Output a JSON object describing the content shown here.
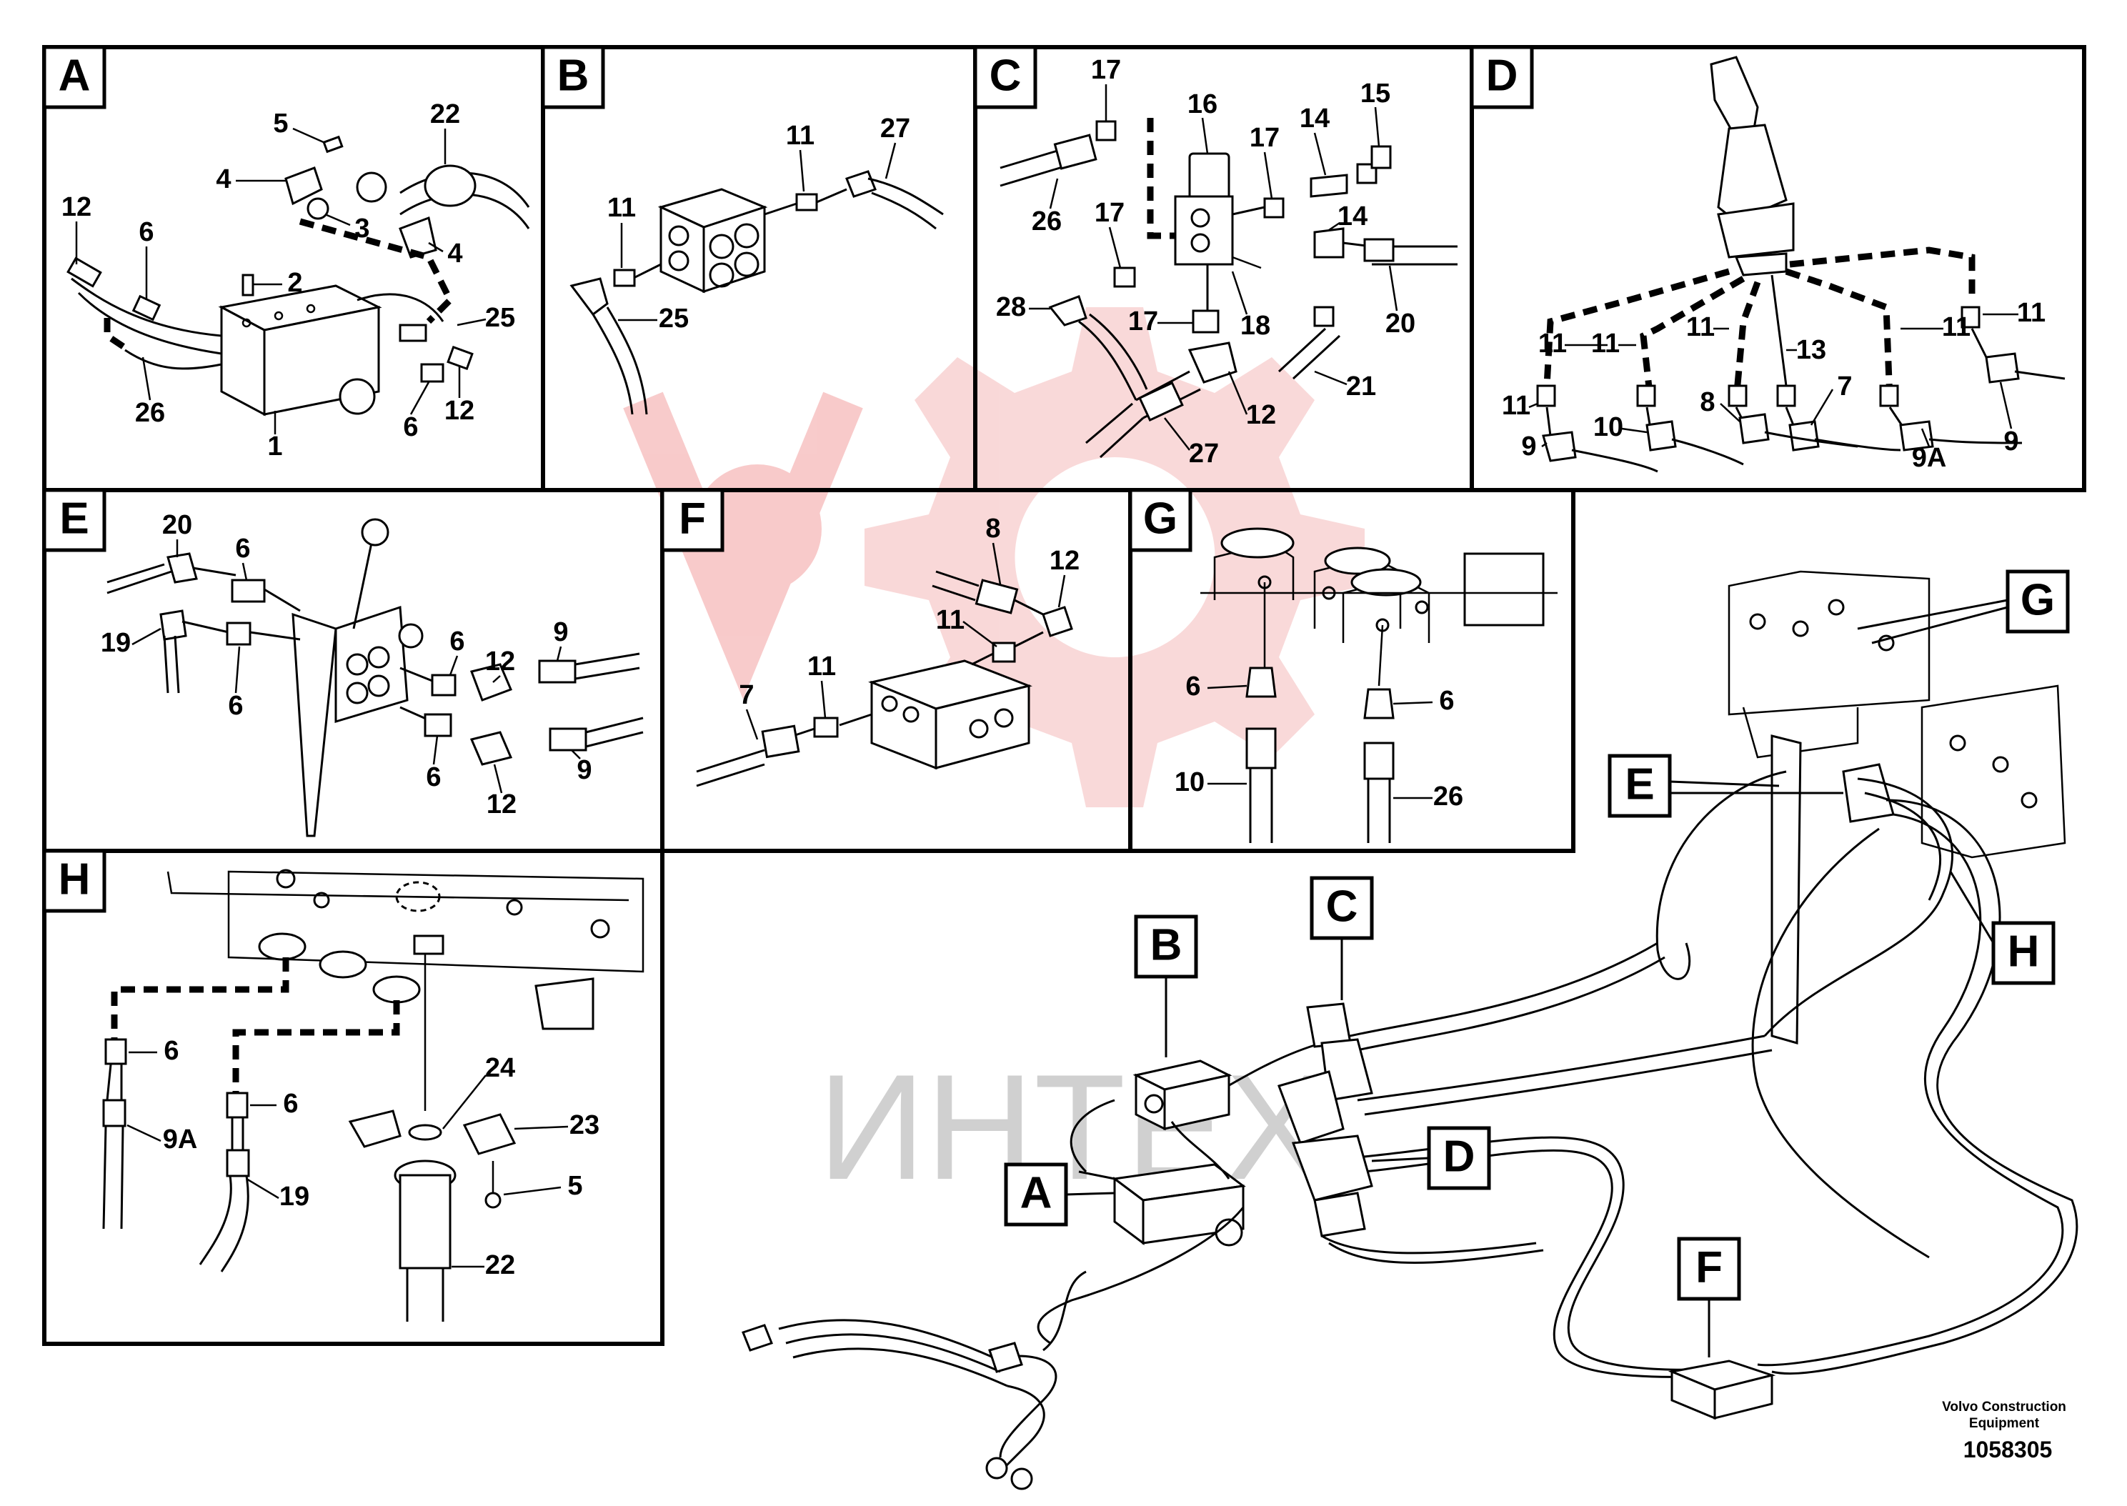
{
  "watermark": {
    "text": "ИНТЕХ",
    "color": "#f2aaaa"
  },
  "panels": {
    "A": {
      "label": "A",
      "callouts": [
        "5",
        "22",
        "4",
        "3",
        "4",
        "12",
        "6",
        "2",
        "25",
        "26",
        "1",
        "6",
        "12"
      ]
    },
    "B": {
      "label": "B",
      "callouts": [
        "11",
        "27",
        "11",
        "25"
      ]
    },
    "C": {
      "label": "C",
      "callouts": [
        "17",
        "16",
        "15",
        "17",
        "14",
        "26",
        "17",
        "14",
        "28",
        "17",
        "18",
        "20",
        "21",
        "12",
        "27"
      ]
    },
    "D": {
      "label": "D",
      "callouts": [
        "11",
        "11",
        "11",
        "11",
        "13",
        "11",
        "11",
        "10",
        "8",
        "7",
        "9",
        "9A",
        "9"
      ]
    },
    "E": {
      "label": "E",
      "callouts": [
        "20",
        "6",
        "19",
        "6",
        "6",
        "12",
        "9",
        "6",
        "12",
        "9"
      ]
    },
    "F": {
      "label": "F",
      "callouts": [
        "8",
        "12",
        "11",
        "11",
        "7"
      ]
    },
    "G": {
      "label": "G",
      "callouts": [
        "6",
        "6",
        "10",
        "26"
      ]
    },
    "H": {
      "label": "H",
      "callouts": [
        "6",
        "6",
        "9A",
        "19",
        "24",
        "23",
        "5",
        "22"
      ]
    }
  },
  "overview": {
    "labels": [
      "G",
      "E",
      "H",
      "C",
      "B",
      "D",
      "A",
      "F"
    ]
  },
  "footer": {
    "company_line1": "Volvo Construction",
    "company_line2": "Equipment",
    "doc_number": "1058305"
  }
}
